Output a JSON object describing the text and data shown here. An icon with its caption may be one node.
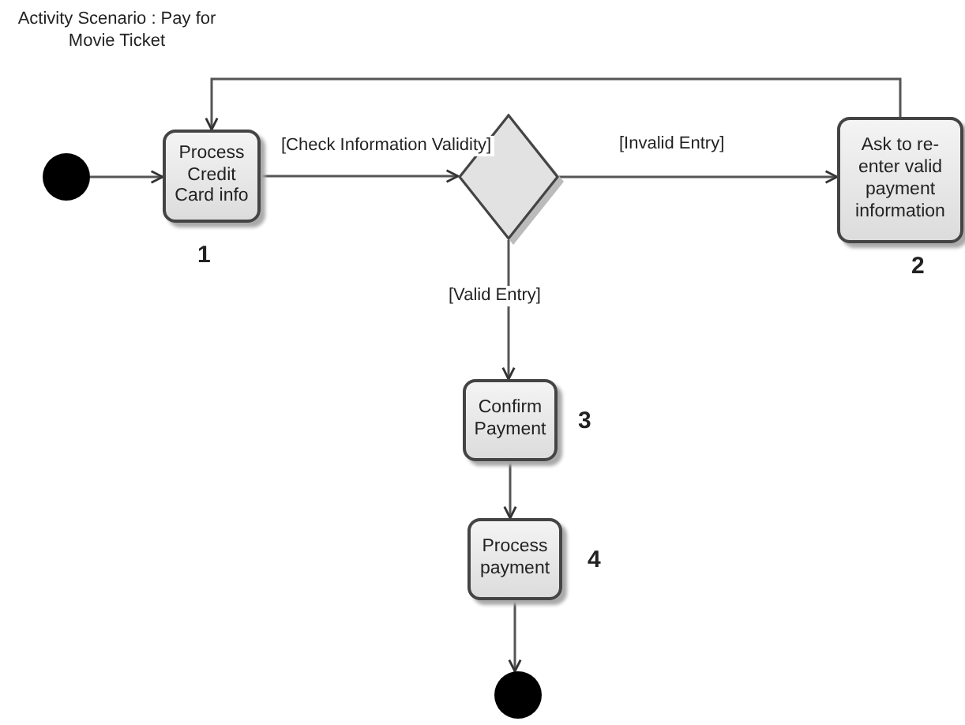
{
  "diagram": {
    "title": "Activity Scenario : Pay for Movie Ticket",
    "nodes": [
      {
        "text": [],
        "shape": "circle"
      },
      {
        "text": [
          "Process Credit Card info"
        ],
        "beside": [
          "1"
        ]
      },
      {
        "text": [],
        "shape": "diamond"
      },
      {
        "text": [
          "Ask to re-enter valid payment information"
        ],
        "beside": [
          "2"
        ]
      },
      {
        "text": [
          "Confirm Payment"
        ],
        "beside": [
          "3"
        ]
      },
      {
        "text": [
          "Process payment"
        ],
        "beside": [
          "4"
        ]
      },
      {
        "text": [],
        "shape": "circle"
      }
    ],
    "edges": [
      {
        "from": 0,
        "to": 1,
        "arrow": "to"
      },
      {
        "from": 1,
        "to": 2,
        "arrow": "to",
        "label": "[Check Information Validity]"
      },
      {
        "from": 2,
        "to": 3,
        "arrow": "to",
        "label": "[Invalid Entry]"
      },
      {
        "from": 3,
        "to": 1,
        "arrow": "to"
      },
      {
        "from": 2,
        "to": 4,
        "arrow": "to",
        "label": "[Valid Entry]"
      },
      {
        "from": 4,
        "to": 5,
        "arrow": "to"
      },
      {
        "from": 5,
        "to": 6,
        "arrow": "to"
      }
    ]
  }
}
